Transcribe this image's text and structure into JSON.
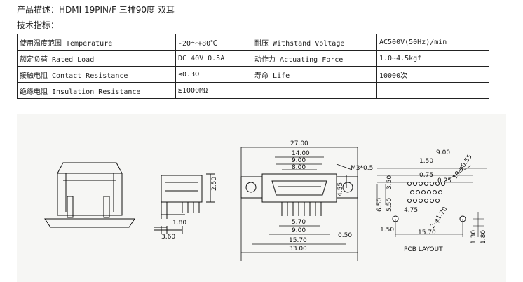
{
  "header": {
    "product_line": "产品描述：HDMI 19PIN/F 三排90度 双耳",
    "spec_title": "技术指标："
  },
  "specs": [
    [
      "使用温度范围 Temperature",
      "-20～+80℃",
      "耐压 Withstand Voltage",
      "AC500V(50Hz)/min"
    ],
    [
      "额定负荷 Rated Load",
      "DC 40V 0.5A",
      "动作力 Actuating Force",
      "1.0~4.5kgf"
    ],
    [
      "接触电阻 Contact Resistance",
      "≤0.3Ω",
      "寿命 Life",
      "10000次"
    ],
    [
      "绝缘电阻 Insulation Resistance",
      "≥1000MΩ",
      "",
      ""
    ]
  ],
  "drawing": {
    "side_dims": {
      "height": "2.50",
      "d1": "1.80",
      "d2": "3.60"
    },
    "front_dims": {
      "top": [
        "27.00",
        "14.00",
        "9.00",
        "8.00"
      ],
      "screw": "M3*0.5",
      "right": "4.55",
      "bottom": [
        "5.70",
        "9.00",
        "15.70",
        "33.00"
      ],
      "offset": "0.50"
    },
    "pcb_dims": {
      "top": [
        "9.00",
        "1.50",
        "0.75",
        "0.25"
      ],
      "angle": "19-φ0.55",
      "left": [
        "3.50",
        "6.50",
        "5.50"
      ],
      "mid": "4.75",
      "bottom": [
        "1.50",
        "15.70"
      ],
      "hole": "2-φ1.70",
      "right": [
        "1.30",
        "1.80"
      ]
    },
    "pcb_layout_label": "PCB LAYOUT"
  }
}
